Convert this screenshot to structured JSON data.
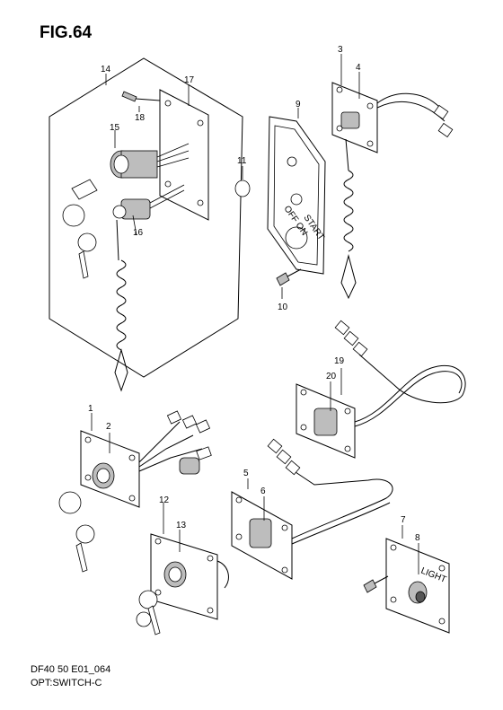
{
  "figure": {
    "title": "FIG.64"
  },
  "footer": {
    "code": "DF40 50 E01_064",
    "name": "OPT:SWITCH-C"
  },
  "callouts": [
    "1",
    "2",
    "3",
    "4",
    "5",
    "6",
    "7",
    "8",
    "9",
    "10",
    "11",
    "12",
    "13",
    "14",
    "15",
    "16",
    "17",
    "18",
    "19",
    "20"
  ],
  "panel_marks": {
    "plate9_top": "OFF ON",
    "plate9_bottom": "START",
    "plate8": "LIGHT"
  }
}
